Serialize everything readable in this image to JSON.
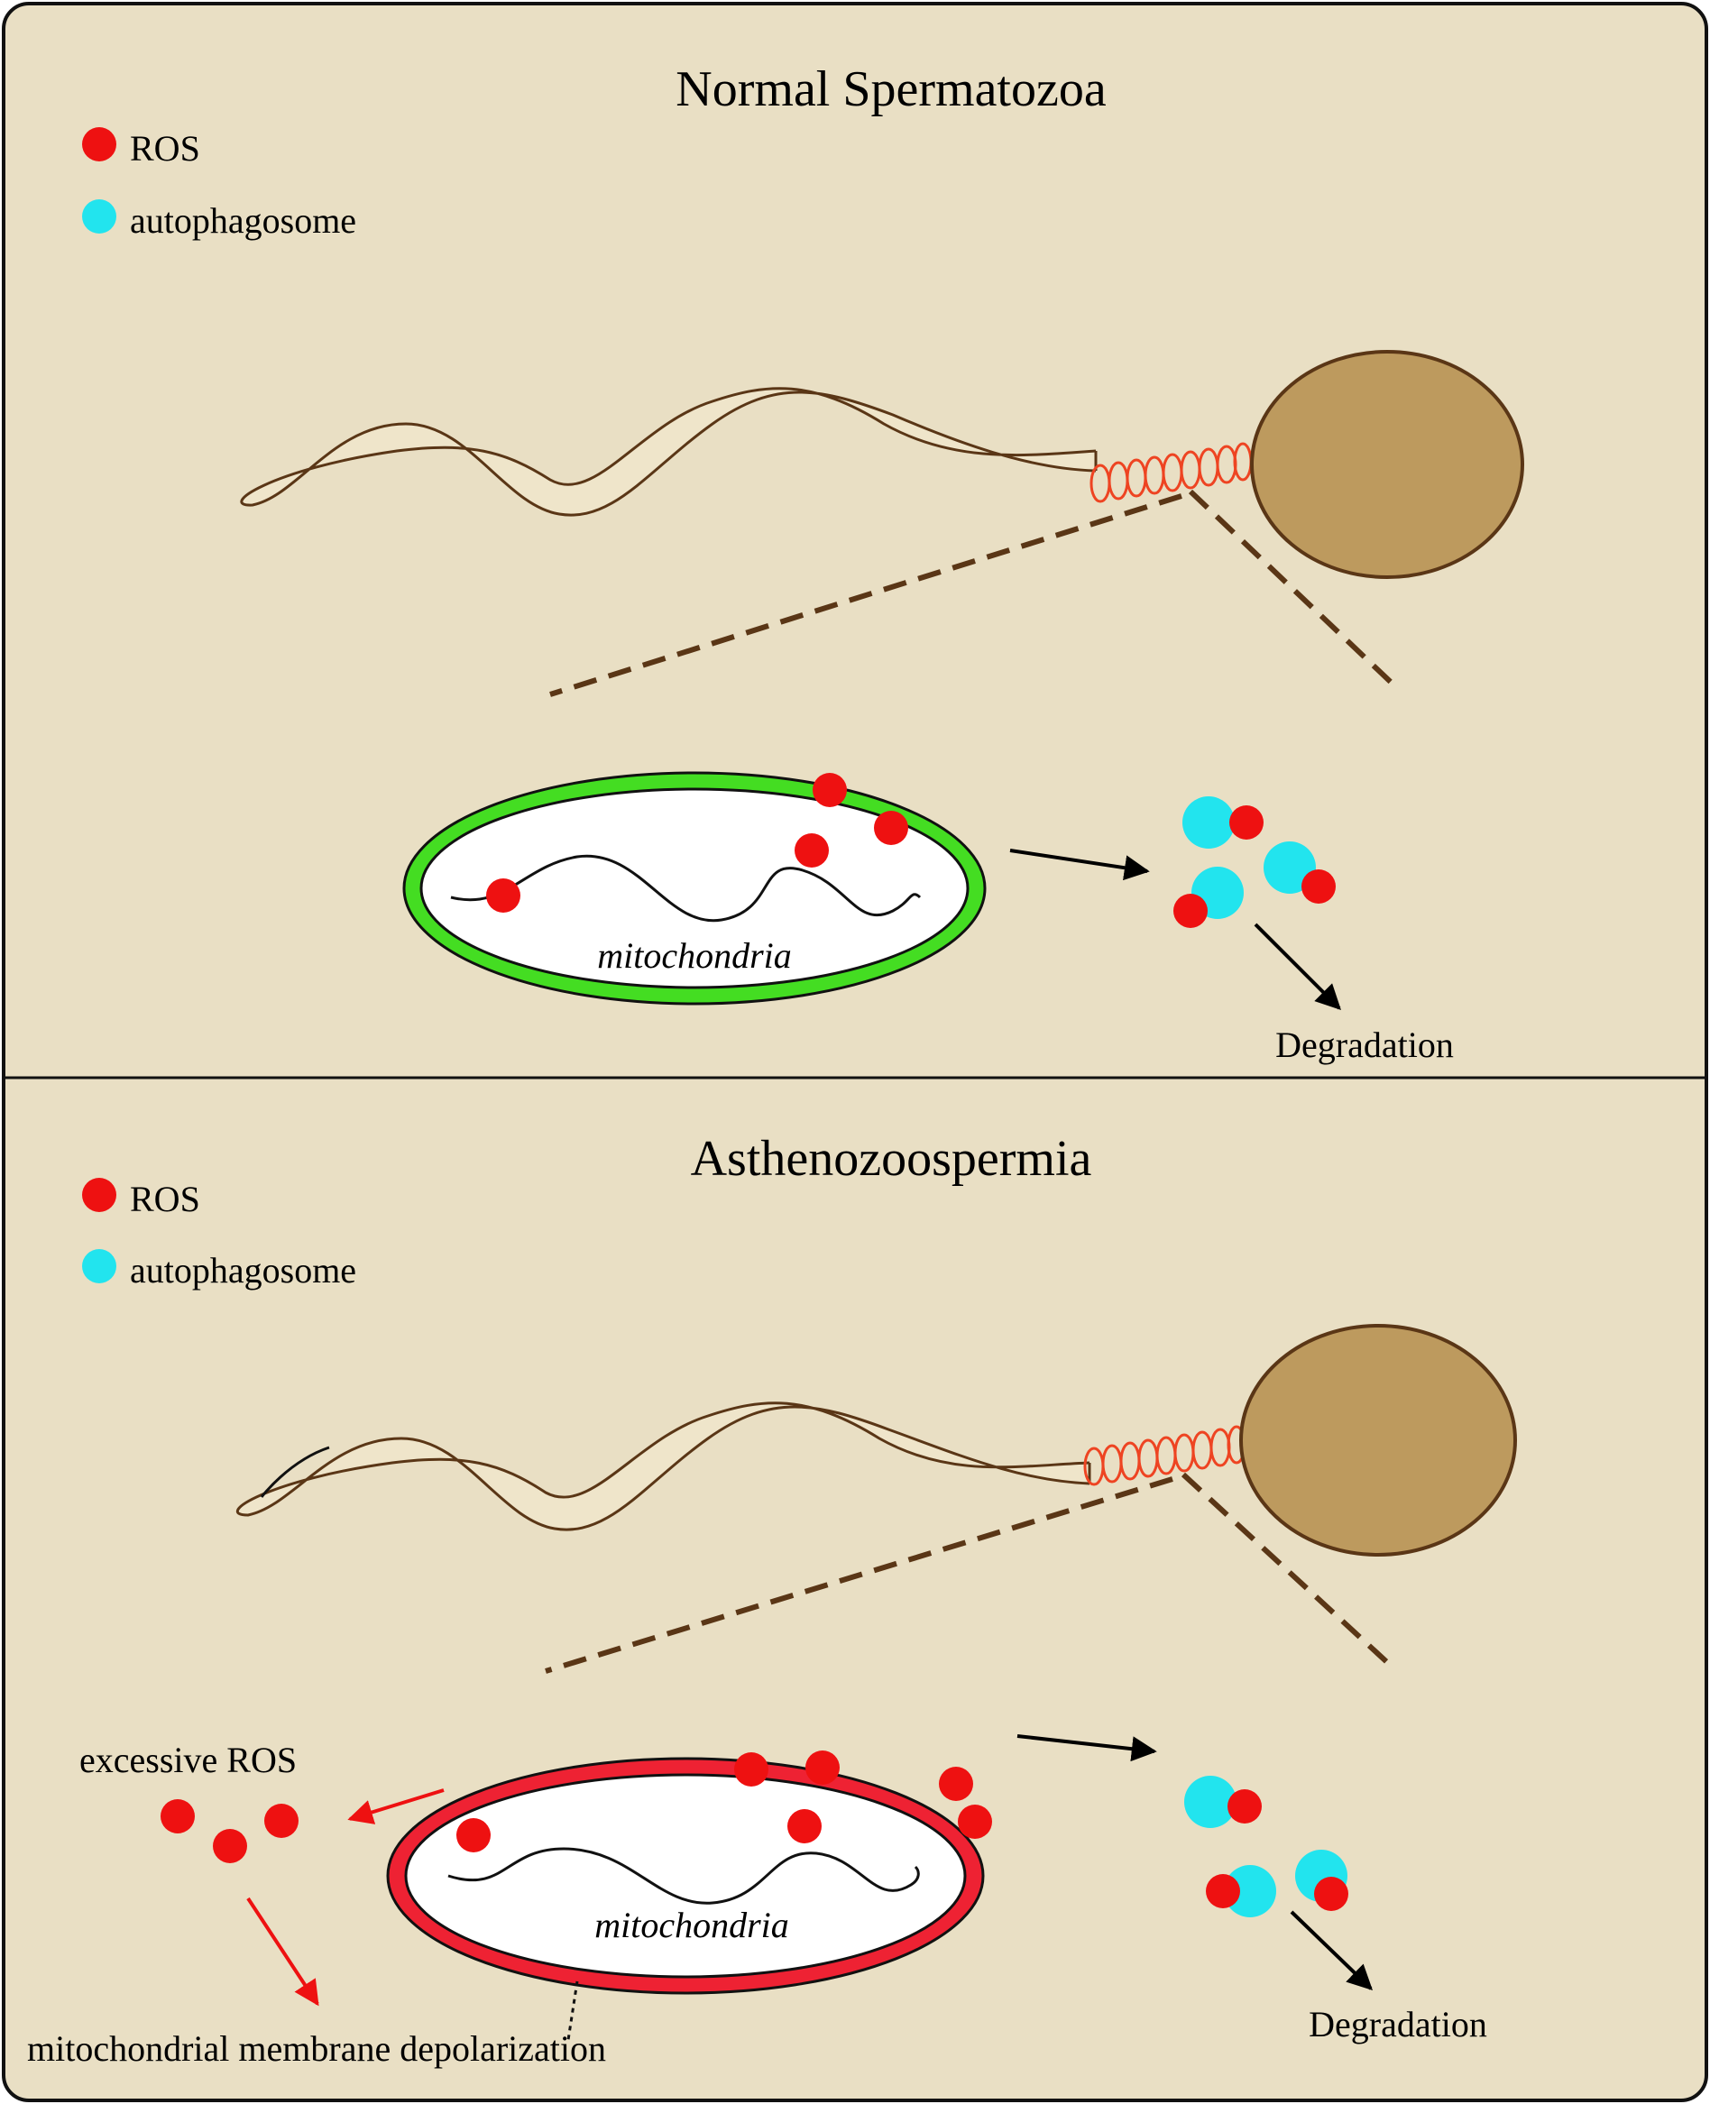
{
  "panels": [
    {
      "title": "Normal Spermatozoa",
      "legend": [
        {
          "label": "ROS",
          "color": "#ee1111"
        },
        {
          "label": "autophagosome",
          "color": "#22e4ee"
        }
      ],
      "mitochondria_label": "mitochondria",
      "membrane_color": "#44dd22",
      "degradation_label": "Degradation"
    },
    {
      "title": "Asthenozoospermia",
      "legend": [
        {
          "label": "ROS",
          "color": "#ee1111"
        },
        {
          "label": "autophagosome",
          "color": "#22e4ee"
        }
      ],
      "mitochondria_label": "mitochondria",
      "membrane_color": "#ee2233",
      "degradation_label": "Degradation",
      "excessive_label": "excessive ROS",
      "depolarization_label": "mitochondrial membrane depolarization"
    }
  ],
  "colors": {
    "background": "#e9dfc4",
    "sperm_head": "#bd9a5e",
    "sperm_outline": "#5a3616",
    "midpiece": "#ee4422",
    "ros": "#ee1111",
    "autophagosome": "#22e4ee"
  }
}
